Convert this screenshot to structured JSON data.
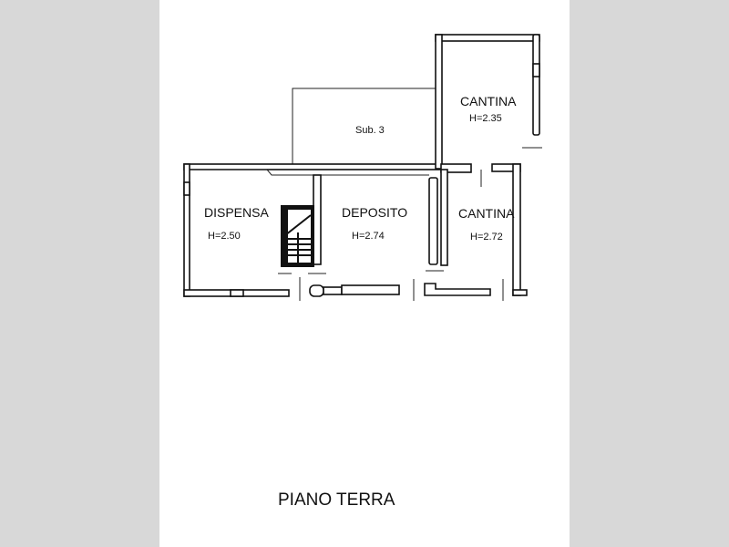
{
  "plan": {
    "title": "PIANO TERRA",
    "rooms": [
      {
        "name": "DISPENSA",
        "height": "H=2.50"
      },
      {
        "name": "DEPOSITO",
        "height": "H=2.74"
      },
      {
        "name": "CANTINA",
        "height": "H=2.72"
      },
      {
        "name": "CANTINA",
        "height": "H=2.35"
      }
    ],
    "sub_label": "Sub. 3"
  }
}
